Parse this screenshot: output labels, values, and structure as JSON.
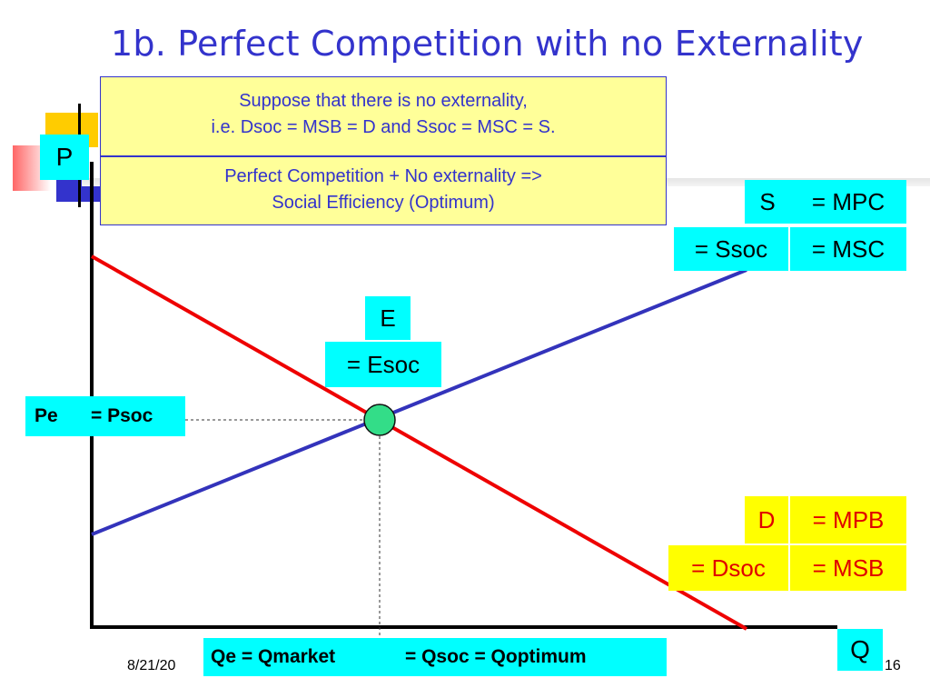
{
  "slide": {
    "title": "1b. Perfect Competition with no Externality",
    "date_fragment": "8/21/20",
    "page_fragment": "16"
  },
  "info_box": {
    "line1": "Suppose that there is no externality,",
    "line2": "i.e. Dsoc = MSB = D and Ssoc = MSC = S.",
    "line3": "Perfect Competition + No externality =>",
    "line4": "Social Efficiency (Optimum)"
  },
  "axes": {
    "y_label": "P",
    "x_label": "Q"
  },
  "supply_labels": {
    "s": "S",
    "mpc": "= MPC",
    "ssoc": "= Ssoc",
    "msc": "= MSC"
  },
  "demand_labels": {
    "d": "D",
    "mpb": "= MPB",
    "dsoc": "= Dsoc",
    "msb": "= MSB"
  },
  "equilibrium": {
    "e": "E",
    "esoc": "= Esoc",
    "pe": "Pe",
    "psoc": "= Psoc",
    "qe": "Qe = Qmarket",
    "qsoc": "= Qsoc = Qoptimum"
  },
  "colors": {
    "supply_line": "#3333bb",
    "demand_line": "#ee0000",
    "equilibrium_point": "#33dd88",
    "label_cyan": "#00ffff",
    "label_yellow": "#ffff00",
    "title": "#3333cc"
  }
}
